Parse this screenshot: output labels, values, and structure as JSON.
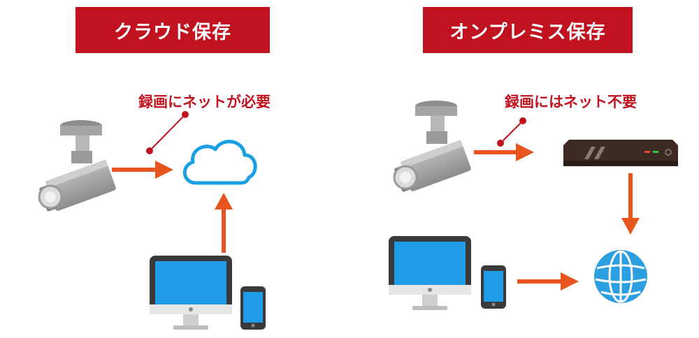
{
  "colors": {
    "accent_red": "#c1121f",
    "arrow_orange": "#e8541e",
    "cloud_blue": "#1a9fe0",
    "screen_blue": "#1f9be8",
    "globe_blue": "#2b9fe0",
    "camera_gray": "#9a9a9a"
  },
  "panels": {
    "cloud": {
      "title": "クラウド保存",
      "note": "録画にネットが必要"
    },
    "onprem": {
      "title": "オンプレミス保存",
      "note": "録画にはネット不要"
    }
  },
  "icons": {
    "camera": "security-camera-icon",
    "cloud": "cloud-icon",
    "computer": "desktop-computer-icon",
    "phone": "smartphone-icon",
    "recorder": "recorder-box-icon",
    "globe": "globe-icon"
  }
}
